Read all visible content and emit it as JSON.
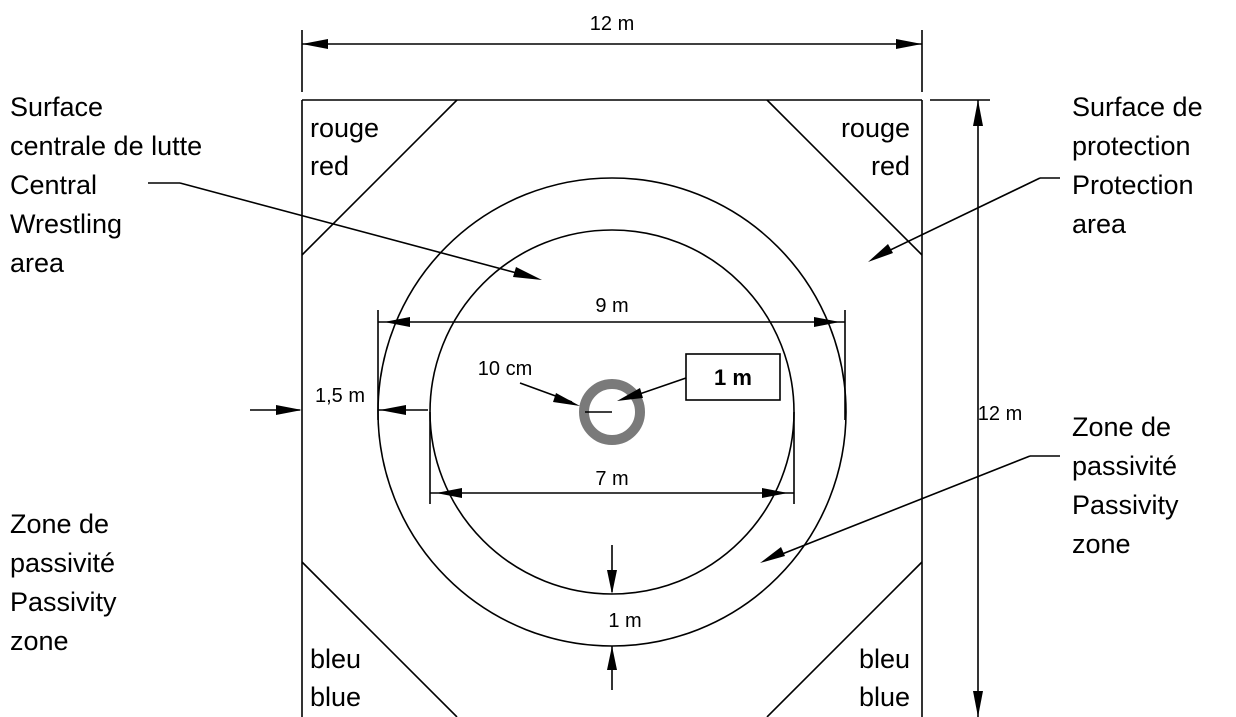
{
  "dimensions": {
    "top_width": "12 m",
    "right_height": "12 m",
    "passivity_diameter": "9 m",
    "central_diameter": "7 m",
    "protection_width": "1,5 m",
    "passivity_width": "1 m",
    "center_circle_diameter": "1 m",
    "center_line_width": "10 cm"
  },
  "corners": {
    "top_left": [
      "rouge",
      "red"
    ],
    "top_right": [
      "rouge",
      "red"
    ],
    "bottom_left": [
      "bleu",
      "blue"
    ],
    "bottom_right": [
      "bleu",
      "blue"
    ]
  },
  "labels": {
    "central_area": [
      "Surface",
      "centrale de lutte",
      "Central",
      "Wrestling",
      "area"
    ],
    "protection_area": [
      "Surface de",
      "protection",
      "Protection",
      "area"
    ],
    "passivity_right": [
      "Zone de",
      "passivité",
      "Passivity",
      "zone"
    ],
    "passivity_left": [
      "Zone de",
      "passivité",
      "Passivity",
      "zone"
    ]
  },
  "colors": {
    "line": "#000000",
    "center_ring": "#7a7a7a",
    "background": "#ffffff"
  }
}
